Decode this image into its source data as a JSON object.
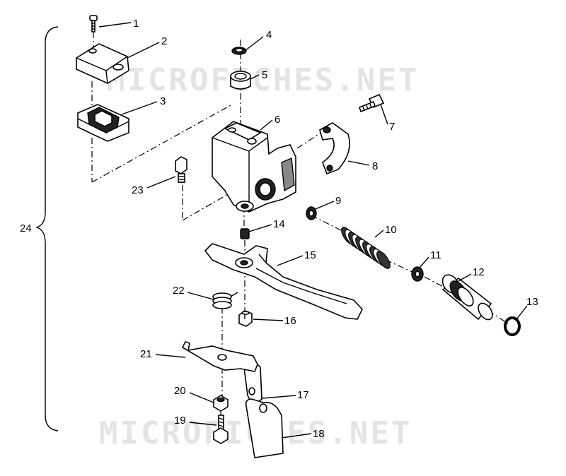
{
  "watermark": "MICROFICHES.NET",
  "callouts": {
    "c1": "1",
    "c2": "2",
    "c3": "3",
    "c4": "4",
    "c5": "5",
    "c6": "6",
    "c7": "7",
    "c8": "8",
    "c9": "9",
    "c10": "10",
    "c11": "11",
    "c12": "12",
    "c13": "13",
    "c14": "14",
    "c15": "15",
    "c16": "16",
    "c17": "17",
    "c18": "18",
    "c19": "19",
    "c20": "20",
    "c21": "21",
    "c22": "22",
    "c23": "23",
    "c24": "24"
  }
}
